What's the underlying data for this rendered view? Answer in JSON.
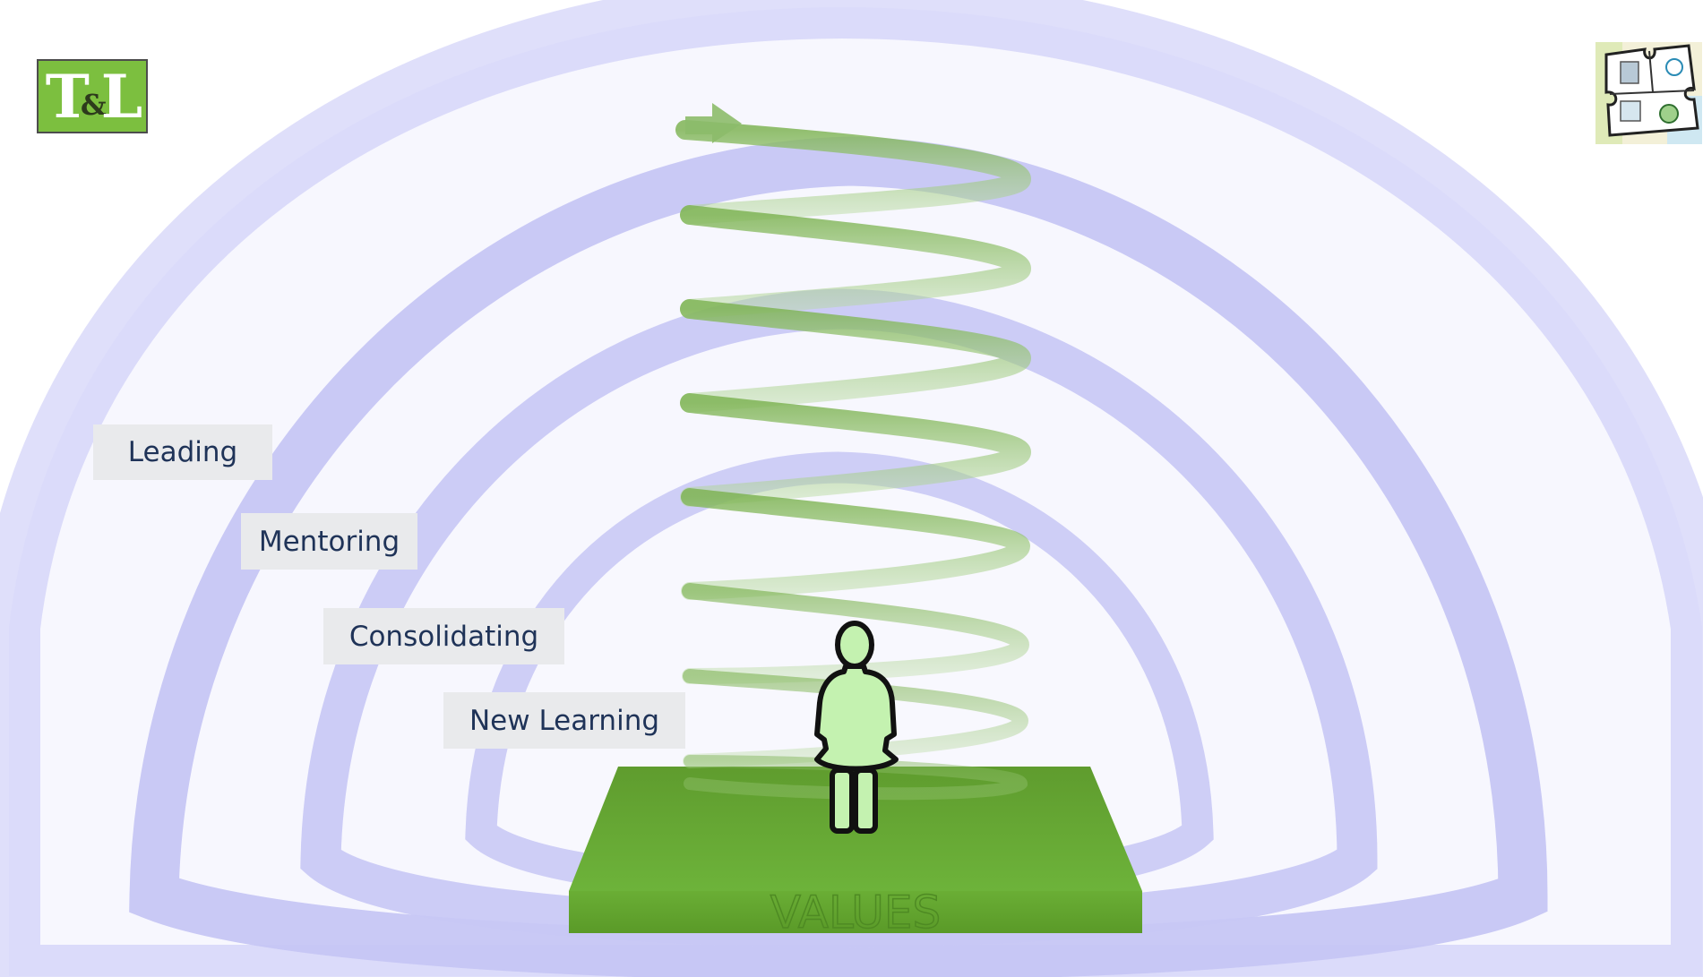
{
  "logo": {
    "letter_t": "T",
    "letter_amp": "&",
    "letter_l": "L",
    "background_color": "#7cbf3f"
  },
  "levels": [
    {
      "label": "Leading"
    },
    {
      "label": "Mentoring"
    },
    {
      "label": "Consolidating"
    },
    {
      "label": "New Learning"
    }
  ],
  "platform": {
    "label": "VALUES",
    "color": "#6aa837"
  },
  "colors": {
    "dome": "#c9c9f7",
    "spiral": "#8fc468",
    "figure": "#c4f2b0",
    "label_text": "#1f3358",
    "label_bg": "#e9eaec"
  },
  "icons": {
    "top_right": "puzzle-icon",
    "figure": "person-icon",
    "spiral": "spiral-arrow-icon"
  }
}
